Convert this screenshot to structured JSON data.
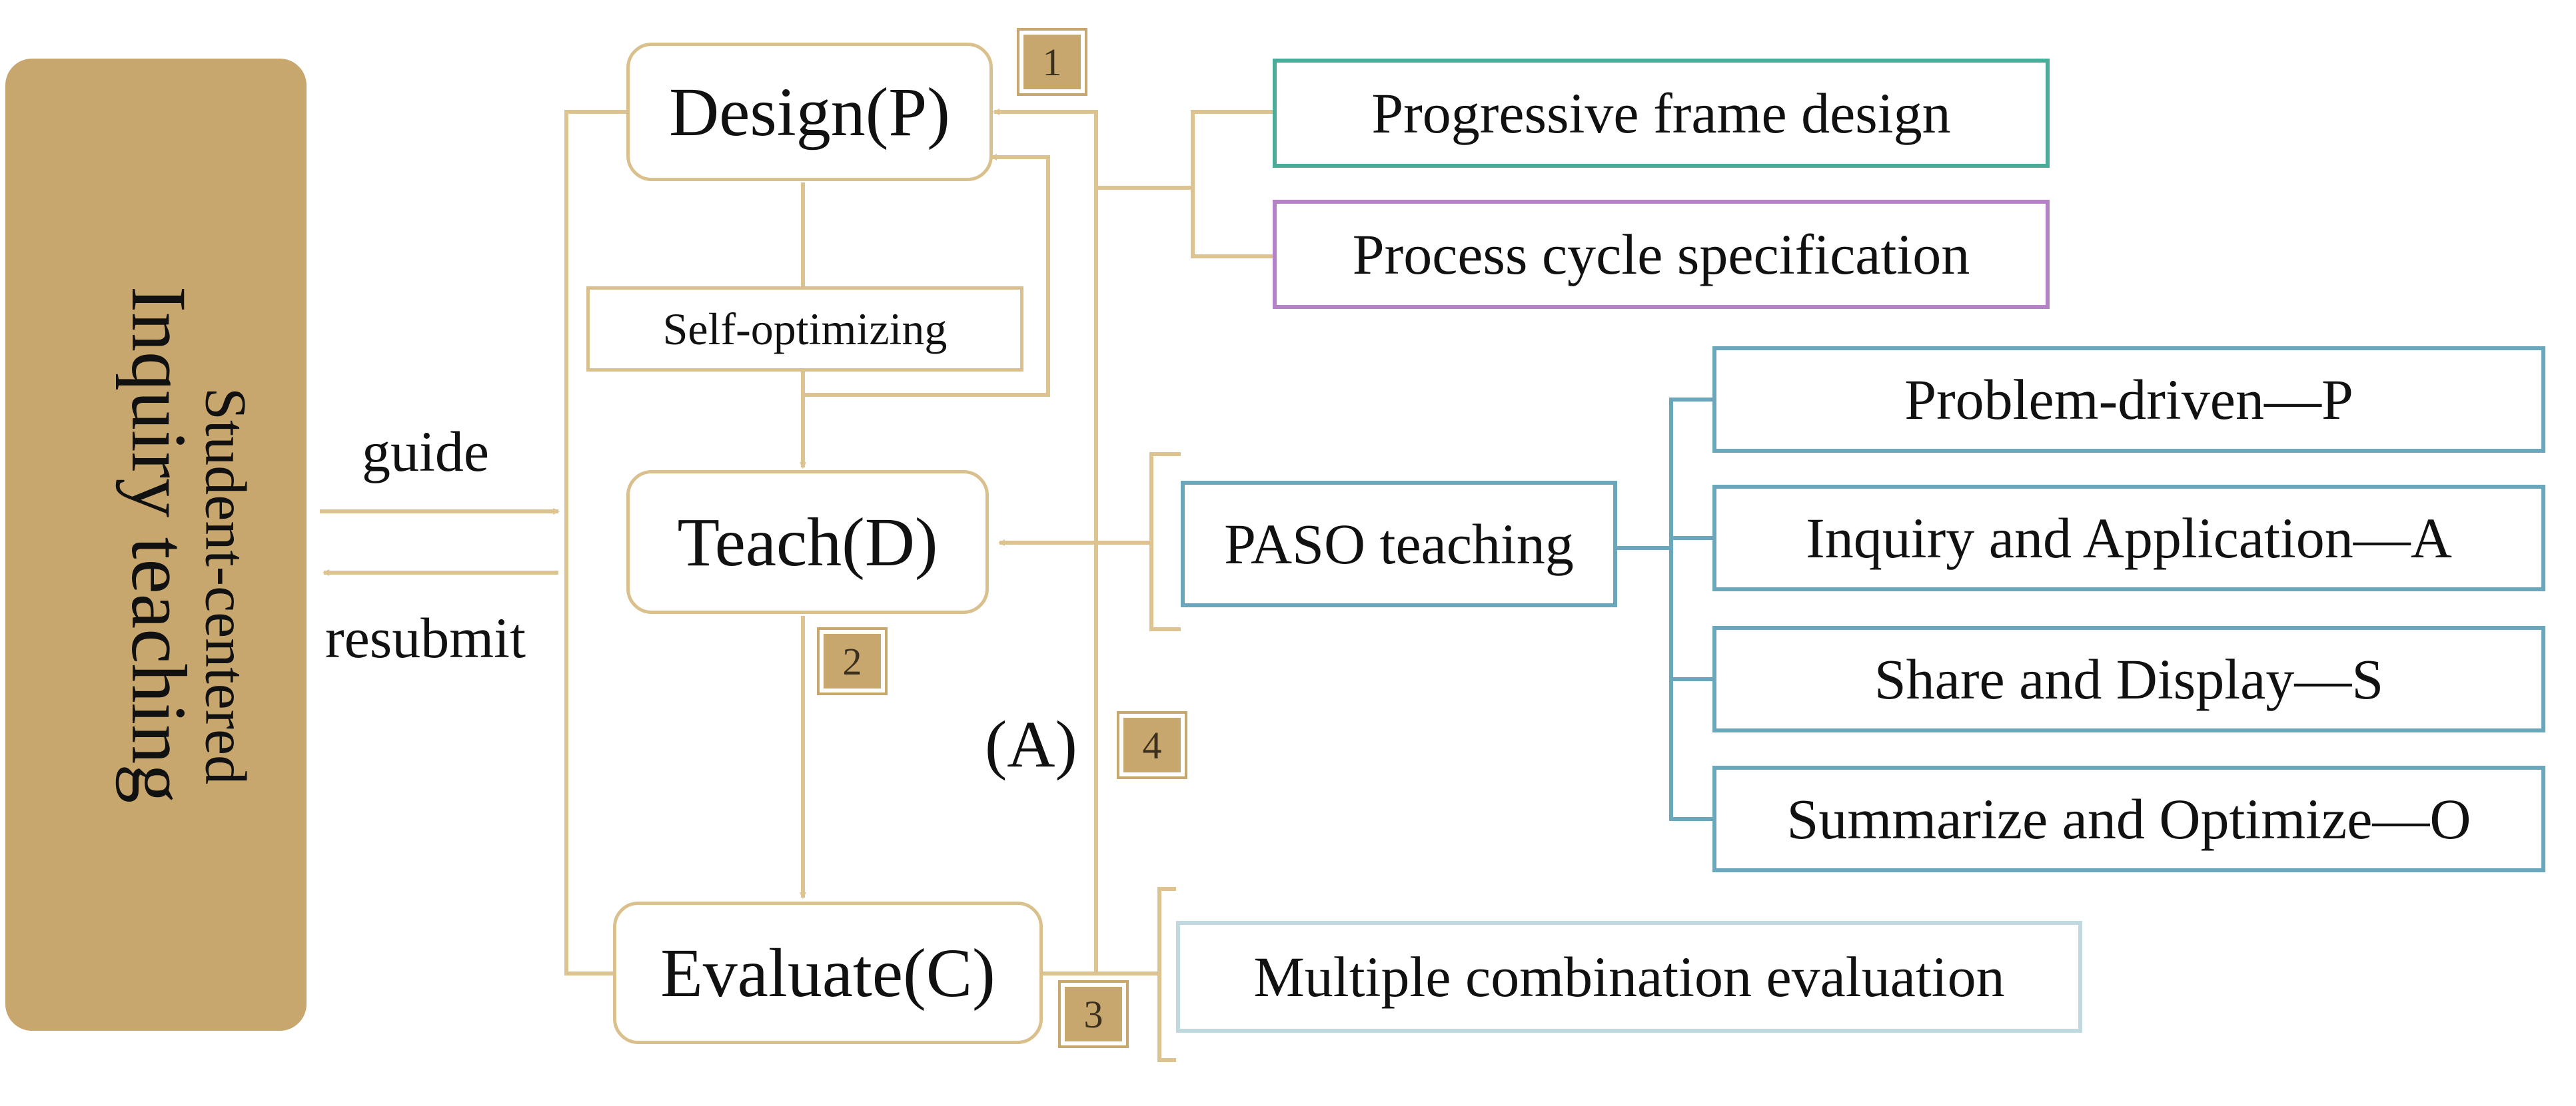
{
  "side_panel": {
    "title": "Inquiry teaching",
    "subtitle": "Student-centered"
  },
  "left_arrows": {
    "guide": "guide",
    "resubmit": "resubmit"
  },
  "stages": {
    "design": "Design(P)",
    "teach": "Teach(D)",
    "evaluate": "Evaluate(C)"
  },
  "self_optimizing": "Self-optimizing",
  "feedback_label": "(A)",
  "badges": [
    "1",
    "2",
    "3",
    "4"
  ],
  "design_details": {
    "frame": "Progressive frame design",
    "cycle": "Process cycle specification"
  },
  "paso": {
    "label": "PASO teaching",
    "items": [
      "Problem-driven—P",
      "Inquiry and Application—A",
      "Share and Display—S",
      "Summarize and Optimize—O"
    ]
  },
  "evaluation": "Multiple combination evaluation",
  "colors": {
    "panel": "#c7a76d",
    "connector": "#dcc390",
    "green_border": "#4aab98",
    "purple_border": "#b582c8",
    "blue_border": "#6aa7bd"
  }
}
